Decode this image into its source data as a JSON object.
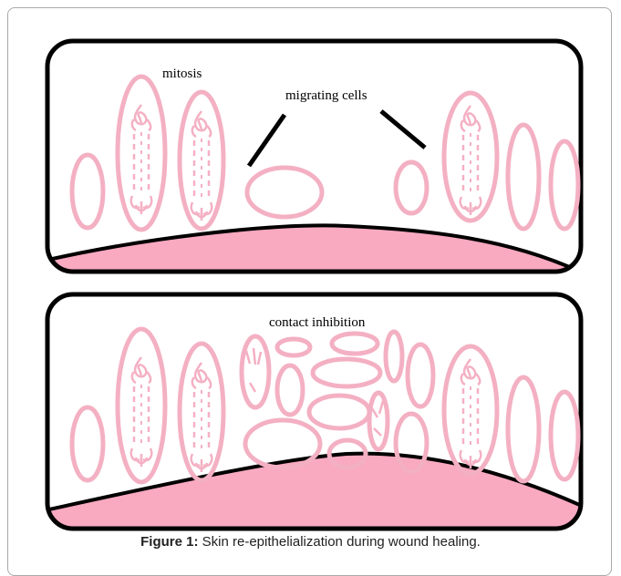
{
  "figure": {
    "labels": {
      "mitosis": "mitosis",
      "migrating": "migrating cells",
      "contact": "contact inhibition"
    },
    "caption_label": "Figure 1:",
    "caption_text": " Skin re-epithelialization during wound healing."
  },
  "colors": {
    "cell_stroke": "#f4b0c3",
    "wound_fill": "#f9a9c0",
    "border": "#000000"
  }
}
